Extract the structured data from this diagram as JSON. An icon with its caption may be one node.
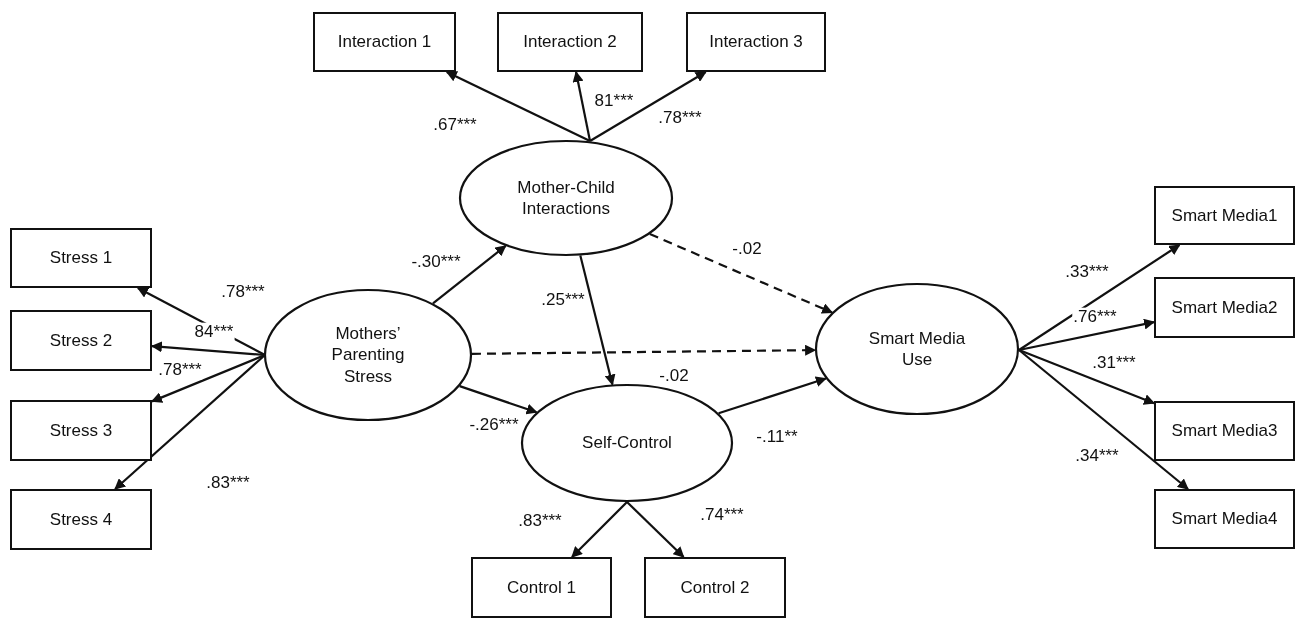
{
  "diagram": {
    "nodes": [
      {
        "text": [
          "Interaction 1"
        ]
      },
      {
        "text": [
          "Interaction 2"
        ]
      },
      {
        "text": [
          "Interaction 3"
        ]
      },
      {
        "text": [
          "Mother-Child Interactions"
        ]
      },
      {
        "text": [
          "Stress 1"
        ]
      },
      {
        "text": [
          "Stress 2"
        ]
      },
      {
        "text": [
          "Stress 3"
        ]
      },
      {
        "text": [
          "Stress 4"
        ]
      },
      {
        "text": [
          "Mothers’ Parenting Stress"
        ]
      },
      {
        "text": [
          "Self-Control"
        ]
      },
      {
        "text": [
          "Smart Media Use"
        ]
      },
      {
        "text": [
          "Smart Media1"
        ]
      },
      {
        "text": [
          "Smart Media2"
        ]
      },
      {
        "text": [
          "Smart Media3"
        ]
      },
      {
        "text": [
          "Smart Media4"
        ]
      },
      {
        "text": [
          "Control 1"
        ]
      },
      {
        "text": [
          "Control 2"
        ]
      }
    ],
    "edges": [
      {
        "from": 3,
        "to": 0,
        "arrow": "to",
        "label": ".67***"
      },
      {
        "from": 3,
        "to": 1,
        "arrow": "to",
        "label": "81***"
      },
      {
        "from": 3,
        "to": 2,
        "arrow": "to",
        "label": ".78***"
      },
      {
        "from": 8,
        "to": 4,
        "arrow": "to",
        "label": ".78***"
      },
      {
        "from": 8,
        "to": 5,
        "arrow": "to",
        "label": "84***"
      },
      {
        "from": 8,
        "to": 6,
        "arrow": "to",
        "label": ".78***"
      },
      {
        "from": 8,
        "to": 7,
        "arrow": "to",
        "label": ".83***"
      },
      {
        "from": 8,
        "to": 3,
        "arrow": "to",
        "label": "-.30***"
      },
      {
        "from": 3,
        "to": 9,
        "arrow": "to",
        "label": ".25***"
      },
      {
        "from": 3,
        "to": 10,
        "arrow": "to",
        "label": "-.02",
        "style": "dashed"
      },
      {
        "from": 8,
        "to": 10,
        "arrow": "to",
        "label": "-.02",
        "style": "dashed"
      },
      {
        "from": 8,
        "to": 9,
        "arrow": "to",
        "label": "-.26***"
      },
      {
        "from": 9,
        "to": 10,
        "arrow": "to",
        "label": "-.11**"
      },
      {
        "from": 10,
        "to": 11,
        "arrow": "to",
        "label": ".33***"
      },
      {
        "from": 10,
        "to": 12,
        "arrow": "to",
        "label": ".76***"
      },
      {
        "from": 10,
        "to": 13,
        "arrow": "to",
        "label": ".31***"
      },
      {
        "from": 10,
        "to": 14,
        "arrow": "to",
        "label": ".34***"
      },
      {
        "from": 9,
        "to": 15,
        "arrow": "to",
        "label": ".83***"
      },
      {
        "from": 9,
        "to": 16,
        "arrow": "to",
        "label": ".74***"
      }
    ]
  }
}
